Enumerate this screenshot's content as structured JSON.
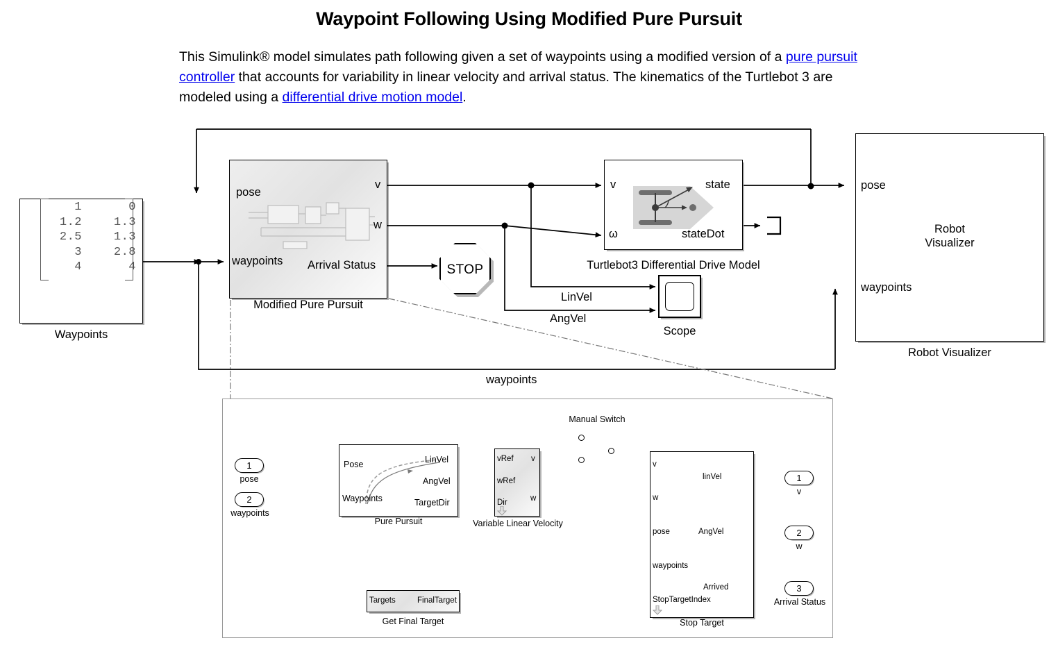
{
  "header": {
    "title": "Waypoint Following Using Modified Pure Pursuit",
    "desc_part1": "This Simulink® model simulates path following given a set of waypoints using a modified version of a ",
    "link1": "pure pursuit controller",
    "desc_part2": " that accounts for variability in linear velocity and arrival status. The kinematics of the Turtlebot 3 are modeled using a ",
    "link2": "differential drive motion model",
    "desc_part3": "."
  },
  "waypoints_block": {
    "label": "Waypoints",
    "matrix": [
      [
        "1",
        "0"
      ],
      [
        "1.2",
        "1.3"
      ],
      [
        "2.5",
        "1.3"
      ],
      [
        "3",
        "2.8"
      ],
      [
        "4",
        "4"
      ]
    ]
  },
  "modified_pure_pursuit": {
    "label": "Modified Pure Pursuit",
    "in_pose": "pose",
    "in_waypoints": "waypoints",
    "out_v": "v",
    "out_w": "w",
    "out_arrival": "Arrival Status"
  },
  "stop_block": {
    "label": "STOP"
  },
  "diff_drive": {
    "label": "Turtlebot3 Differential Drive Model",
    "in_v": "v",
    "in_w": "ω",
    "out_state": "state",
    "out_statedot": "stateDot"
  },
  "scope": {
    "label": "Scope",
    "sig_linvel": "LinVel",
    "sig_angvel": "AngVel"
  },
  "robot_visualizer": {
    "label": "Robot Visualizer",
    "inner_line1": "Robot",
    "inner_line2": "Visualizer",
    "in_pose": "pose",
    "in_waypoints": "waypoints"
  },
  "feedback": {
    "waypoints_signal": "waypoints"
  },
  "subsystem": {
    "inport_pose": {
      "num": "1",
      "label": "pose"
    },
    "inport_waypoints": {
      "num": "2",
      "label": "waypoints"
    },
    "pure_pursuit": {
      "label": "Pure Pursuit",
      "in_pose": "Pose",
      "in_waypoints": "Waypoints",
      "out_linvel": "LinVel",
      "out_angvel": "AngVel",
      "out_targetdir": "TargetDir"
    },
    "variable_linear_velocity": {
      "label": "Variable Linear Velocity",
      "in_vref": "vRef",
      "in_wref": "wRef",
      "in_dir": "Dir",
      "out_v": "v",
      "out_w": "w"
    },
    "manual_switch": {
      "label": "Manual Switch"
    },
    "get_final_target": {
      "label": "Get Final Target",
      "in_targets": "Targets",
      "out_finaltarget": "FinalTarget"
    },
    "stop_target": {
      "label": "Stop Target",
      "in_v": "v",
      "in_w": "w",
      "in_pose": "pose",
      "in_waypoints": "waypoints",
      "in_stoptargetindex": "StopTargetIndex",
      "out_linvel": "linVel",
      "out_angvel": "AngVel",
      "out_arrived": "Arrived"
    },
    "outport_v": {
      "num": "1",
      "label": "v"
    },
    "outport_w": {
      "num": "2",
      "label": "w"
    },
    "outport_arrival": {
      "num": "3",
      "label": "Arrival Status"
    }
  },
  "colors": {
    "link": "#0000ee",
    "wire": "#000000",
    "panel_border": "#9a9a9a"
  }
}
